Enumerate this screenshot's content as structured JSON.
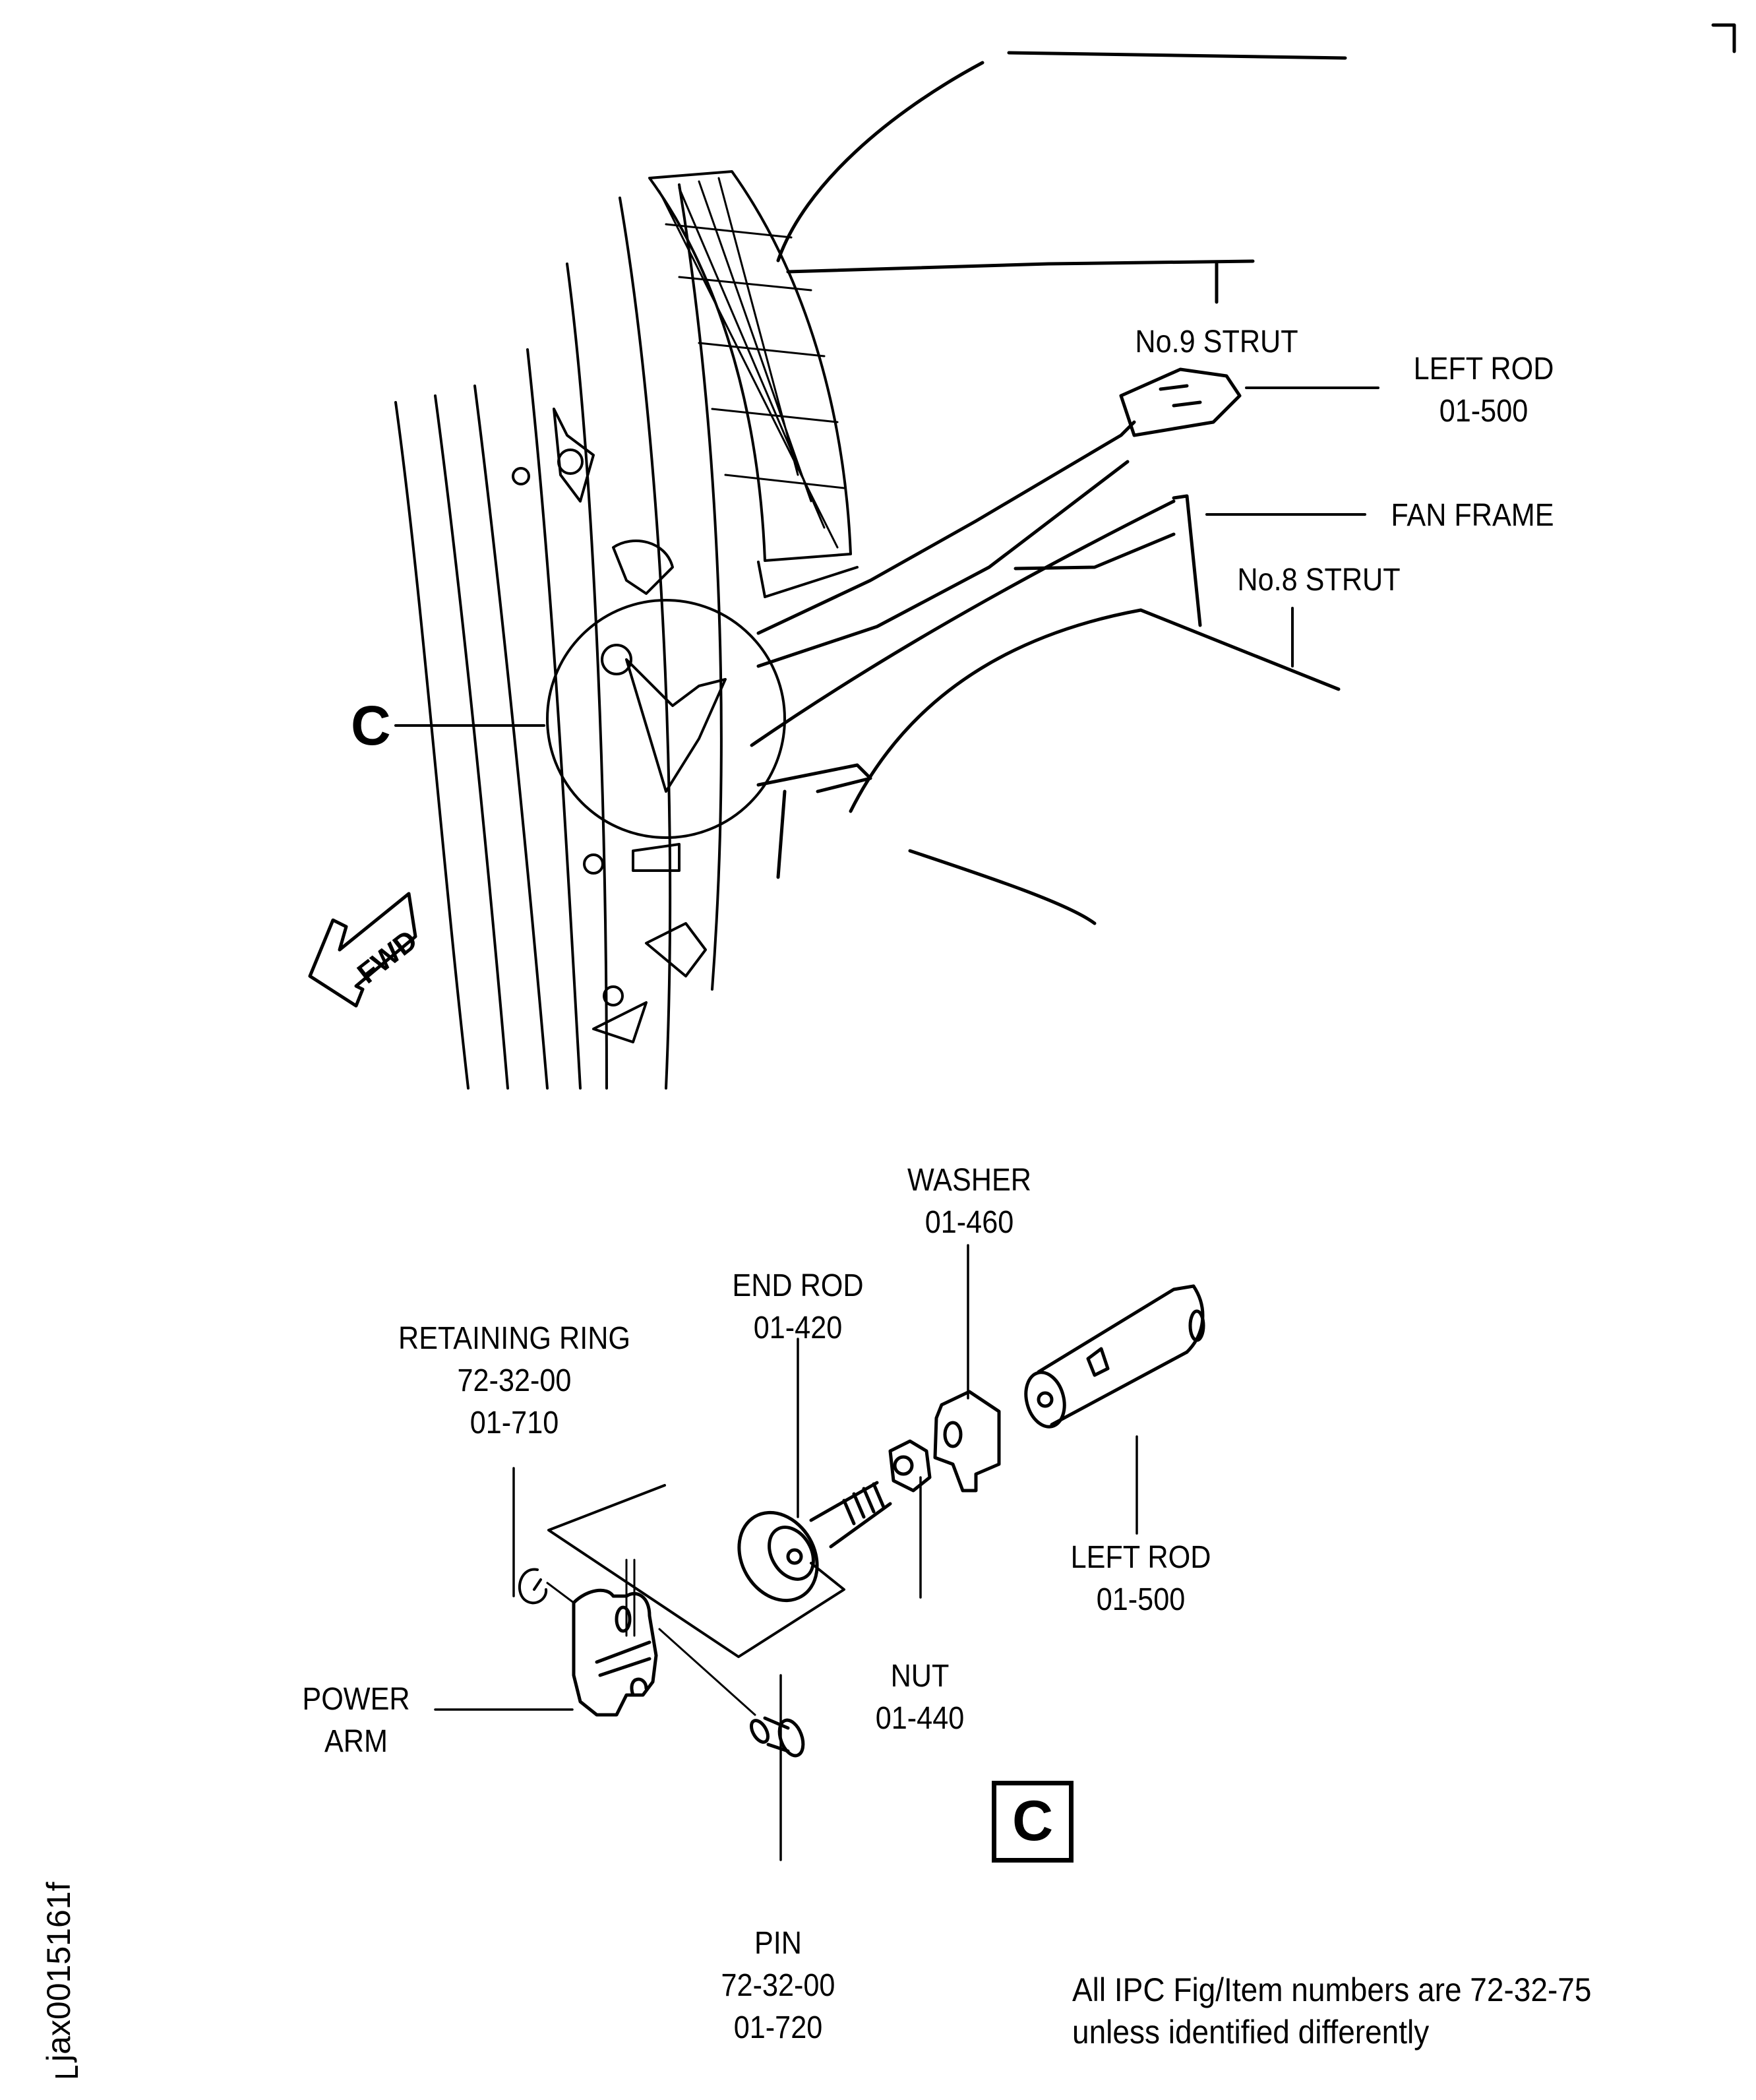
{
  "diagram": {
    "figure_id": "jax0015161f",
    "detail_callout": "C",
    "detail_view_label": "C",
    "direction_arrow": "FWD",
    "note": {
      "line1": "All IPC Fig/Item numbers are 72-32-75",
      "line2": "unless identified differently"
    },
    "overview_labels": {
      "no9_strut": "No.9 STRUT",
      "left_rod": {
        "name": "LEFT ROD",
        "item": "01-500"
      },
      "fan_frame": "FAN FRAME",
      "no8_strut": "No.8 STRUT"
    },
    "detail_labels": {
      "washer": {
        "name": "WASHER",
        "item": "01-460"
      },
      "end_rod": {
        "name": "END ROD",
        "item": "01-420"
      },
      "retaining_ring": {
        "name": "RETAINING RING",
        "fig": "72-32-00",
        "item": "01-710"
      },
      "left_rod": {
        "name": "LEFT ROD",
        "item": "01-500"
      },
      "nut": {
        "name": "NUT",
        "item": "01-440"
      },
      "power_arm": {
        "line1": "POWER",
        "line2": "ARM"
      },
      "pin": {
        "name": "PIN",
        "fig": "72-32-00",
        "item": "01-720"
      }
    }
  }
}
